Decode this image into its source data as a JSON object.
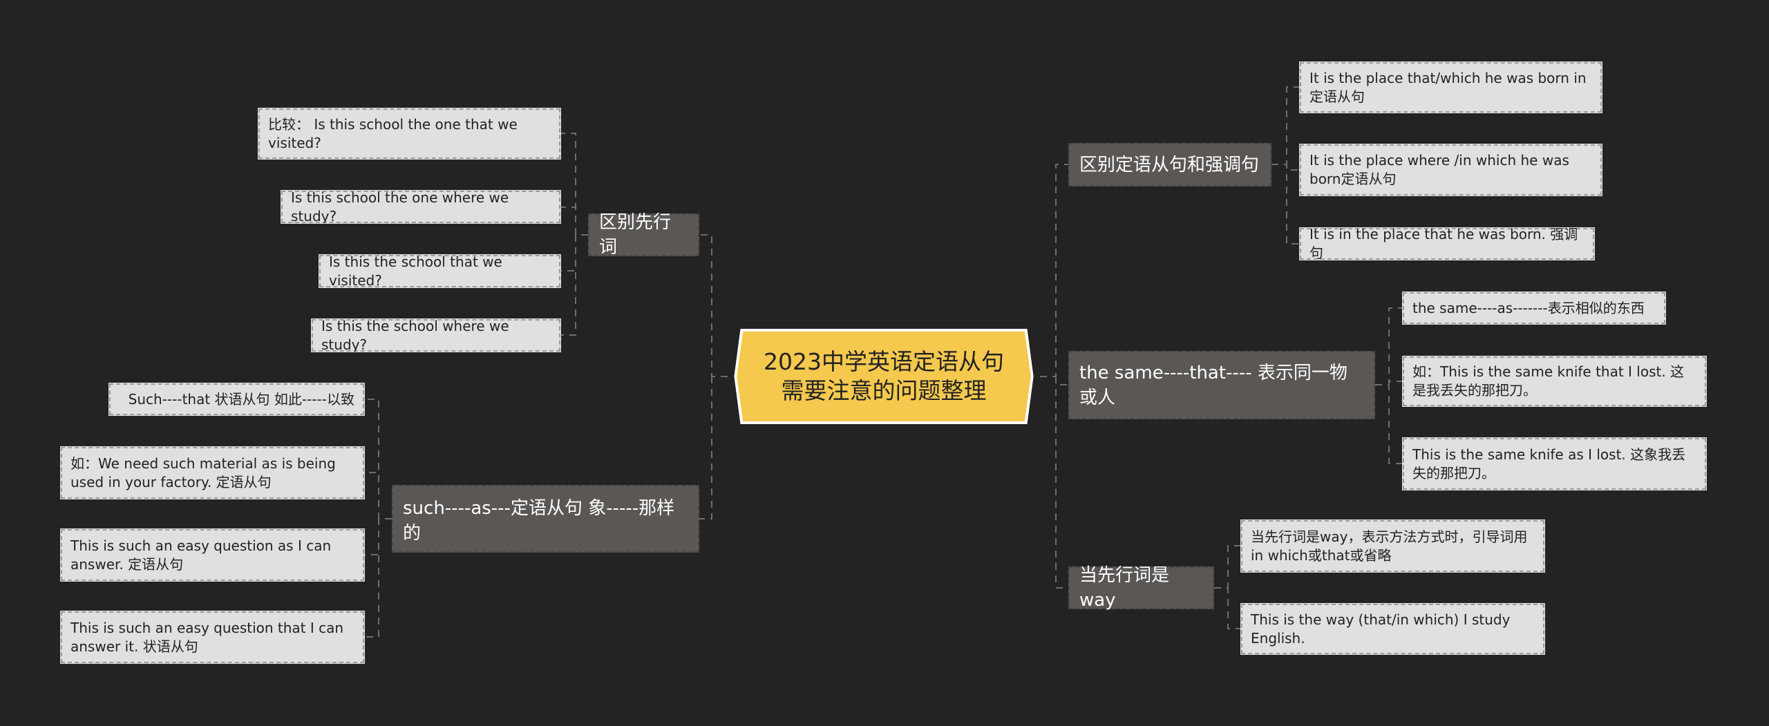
{
  "center": {
    "title": "2023中学英语定语从句需要注意的问题整理"
  },
  "left_branches": [
    {
      "label": "区别先行词",
      "children": [
        "比较： Is this school the one that we visited?",
        "Is this school the one where we study?",
        "Is this the school that we visited?",
        "Is this the school where we study?"
      ]
    },
    {
      "label": "such----as---定语从句 象-----那样的",
      "children": [
        "Such----that 状语从句 如此-----以致",
        "如：We need such material as is being used in your factory. 定语从句",
        "This is such an easy question as I can answer. 定语从句",
        "This is such an easy question that I can answer it. 状语从句"
      ]
    }
  ],
  "right_branches": [
    {
      "label": "区别定语从句和强调句",
      "children": [
        "It is the place that/which he was born in 定语从句",
        "It is the place where /in which he was born定语从句",
        "It is in the place that he was born. 强调句"
      ]
    },
    {
      "label": "the same----that---- 表示同一物或人",
      "children": [
        "the same----as-------表示相似的东西",
        "如：This is the same knife that I lost. 这是我丢失的那把刀。",
        "This is the same knife as I lost. 这象我丢失的那把刀。"
      ]
    },
    {
      "label": "当先行词是way",
      "children": [
        "当先行词是way，表示方法方式时，引导词用in which或that或省略",
        "This is the way (that/in which) I study English."
      ]
    }
  ],
  "colors": {
    "background": "#232323",
    "center": "#f5c94e",
    "branch": "#5a5754",
    "leaf": "#e0e0de"
  }
}
